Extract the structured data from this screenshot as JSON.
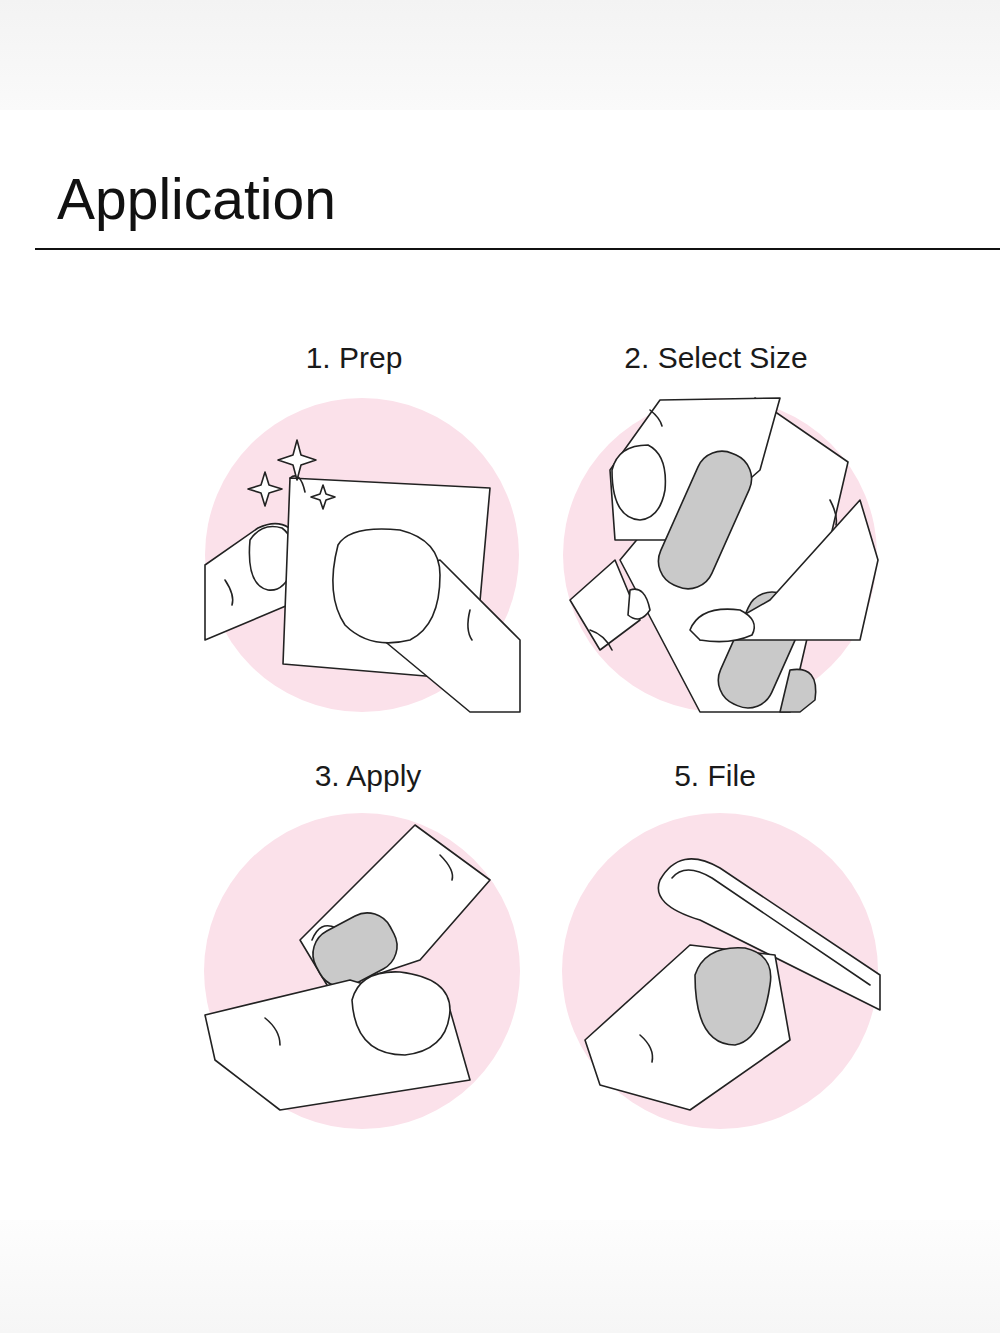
{
  "diagram": {
    "title": "Application",
    "nodes": [
      {
        "text": [
          "1. Prep"
        ]
      },
      {
        "text": [
          "2. Select Size"
        ]
      },
      {
        "text": [
          "3. Apply"
        ]
      },
      {
        "text": [
          "5. File"
        ]
      }
    ]
  }
}
